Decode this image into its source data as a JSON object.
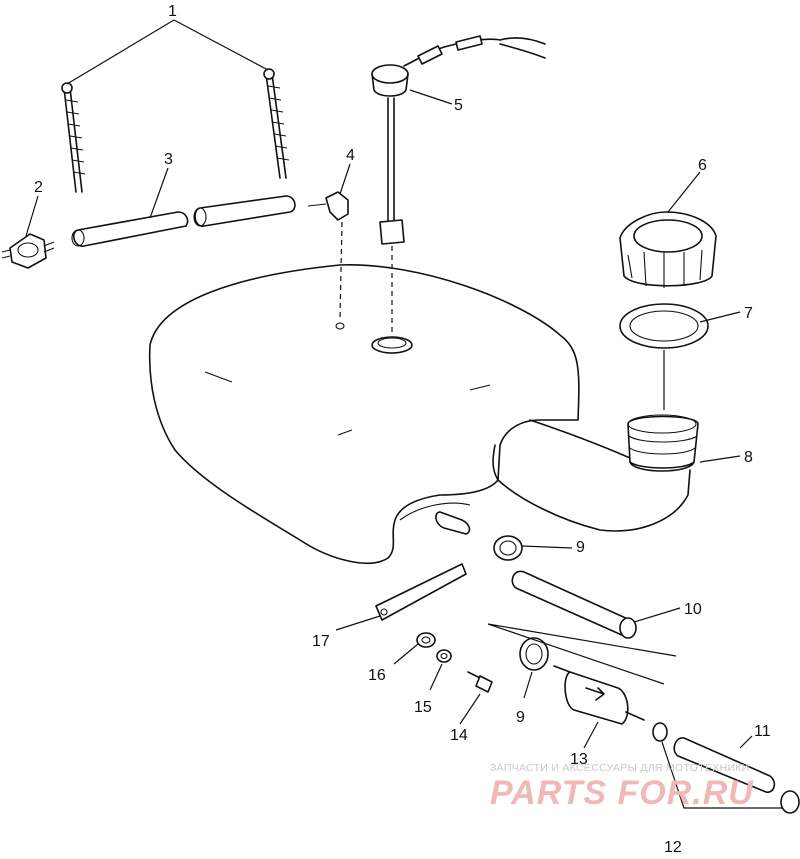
{
  "callouts": {
    "c1": "1",
    "c2": "2",
    "c3": "3",
    "c4": "4",
    "c5": "5",
    "c6": "6",
    "c7": "7",
    "c8": "8",
    "c9a": "9",
    "c9b": "9",
    "c10": "10",
    "c11": "11",
    "c12": "12",
    "c13": "13",
    "c14": "14",
    "c15": "15",
    "c16": "16",
    "c17": "17"
  },
  "watermark": {
    "caption": "ЗАПЧАСТИ И АКСЕССУАРЫ ДЛЯ МОТОТЕХНИКИ",
    "logo": "PARTS FOR.RU"
  },
  "colors": {
    "line": "#111111",
    "background": "#ffffff",
    "watermark_caption": "#c9c9c9",
    "watermark_logo": "#f1b8b8"
  }
}
